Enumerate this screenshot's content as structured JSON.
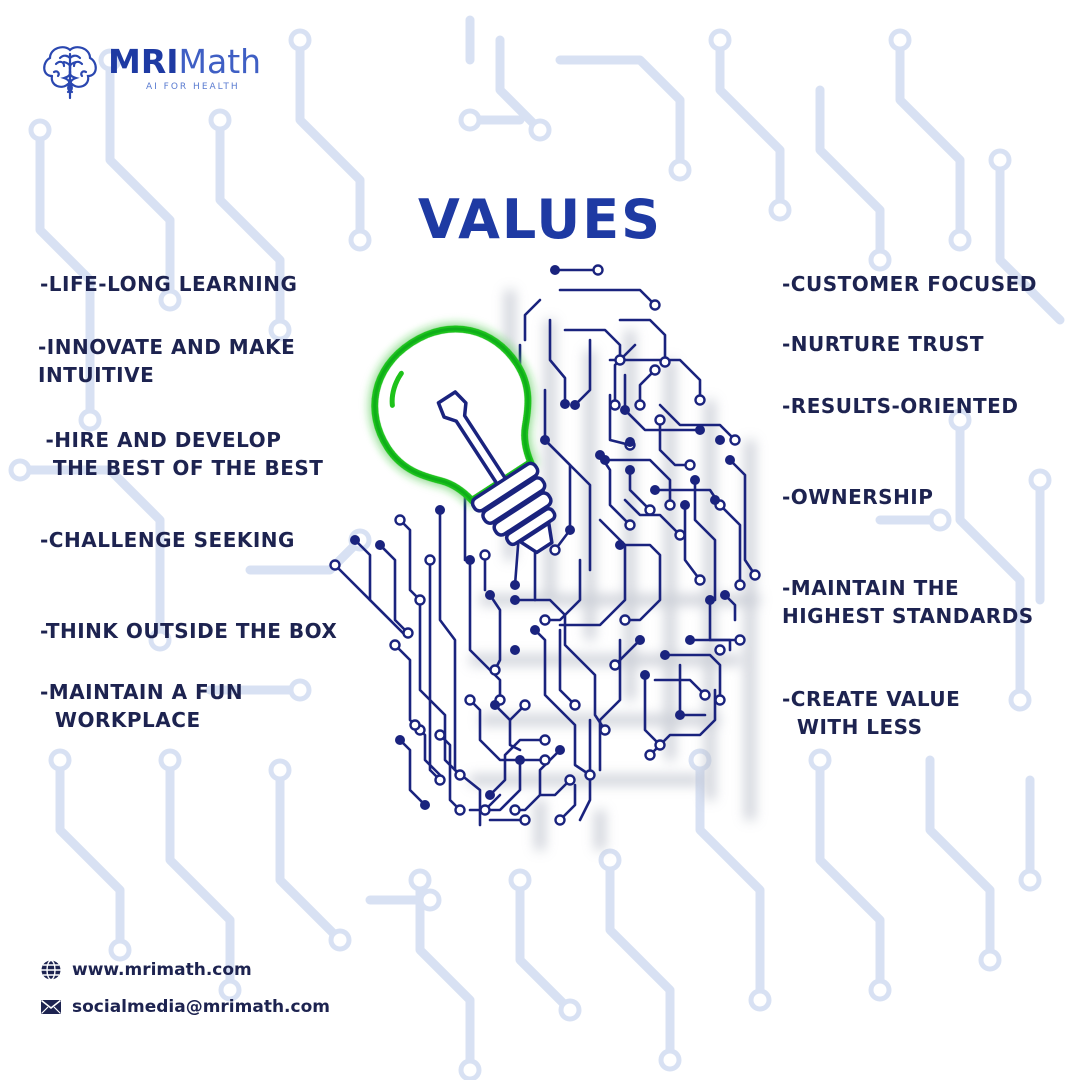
{
  "brand": {
    "name_bold": "MRI",
    "name_rest": "Math",
    "tagline": "AI FOR HEALTH"
  },
  "heading": "VALUES",
  "values_left": [
    "-LIFE-LONG LEARNING",
    "-INNOVATE AND MAKE\nINTUITIVE",
    " -HIRE AND DEVELOP\n  THE BEST OF THE BEST",
    "-CHALLENGE SEEKING",
    "-THINK OUTSIDE THE BOX",
    "-MAINTAIN A FUN\n  WORKPLACE"
  ],
  "values_right": [
    "-CUSTOMER FOCUSED",
    "-NURTURE TRUST",
    "-RESULTS-ORIENTED",
    "-OWNERSHIP",
    "-MAINTAIN THE\nHIGHEST STANDARDS",
    "-CREATE VALUE\n  WITH LESS"
  ],
  "contact": {
    "website": "www.mrimath.com",
    "email": "socialmedia@mrimath.com"
  },
  "icons": {
    "logo": "brain-caduceus-icon",
    "website": "globe-icon",
    "email": "envelope-icon",
    "illustration": "lightbulb-circuit-icon"
  },
  "colors": {
    "brand_blue": "#1e3aa3",
    "text_navy": "#1d2350",
    "circuit_navy": "#1a237e",
    "bulb_green": "#1ec21a",
    "background_circuit": "#d8e1f3"
  }
}
